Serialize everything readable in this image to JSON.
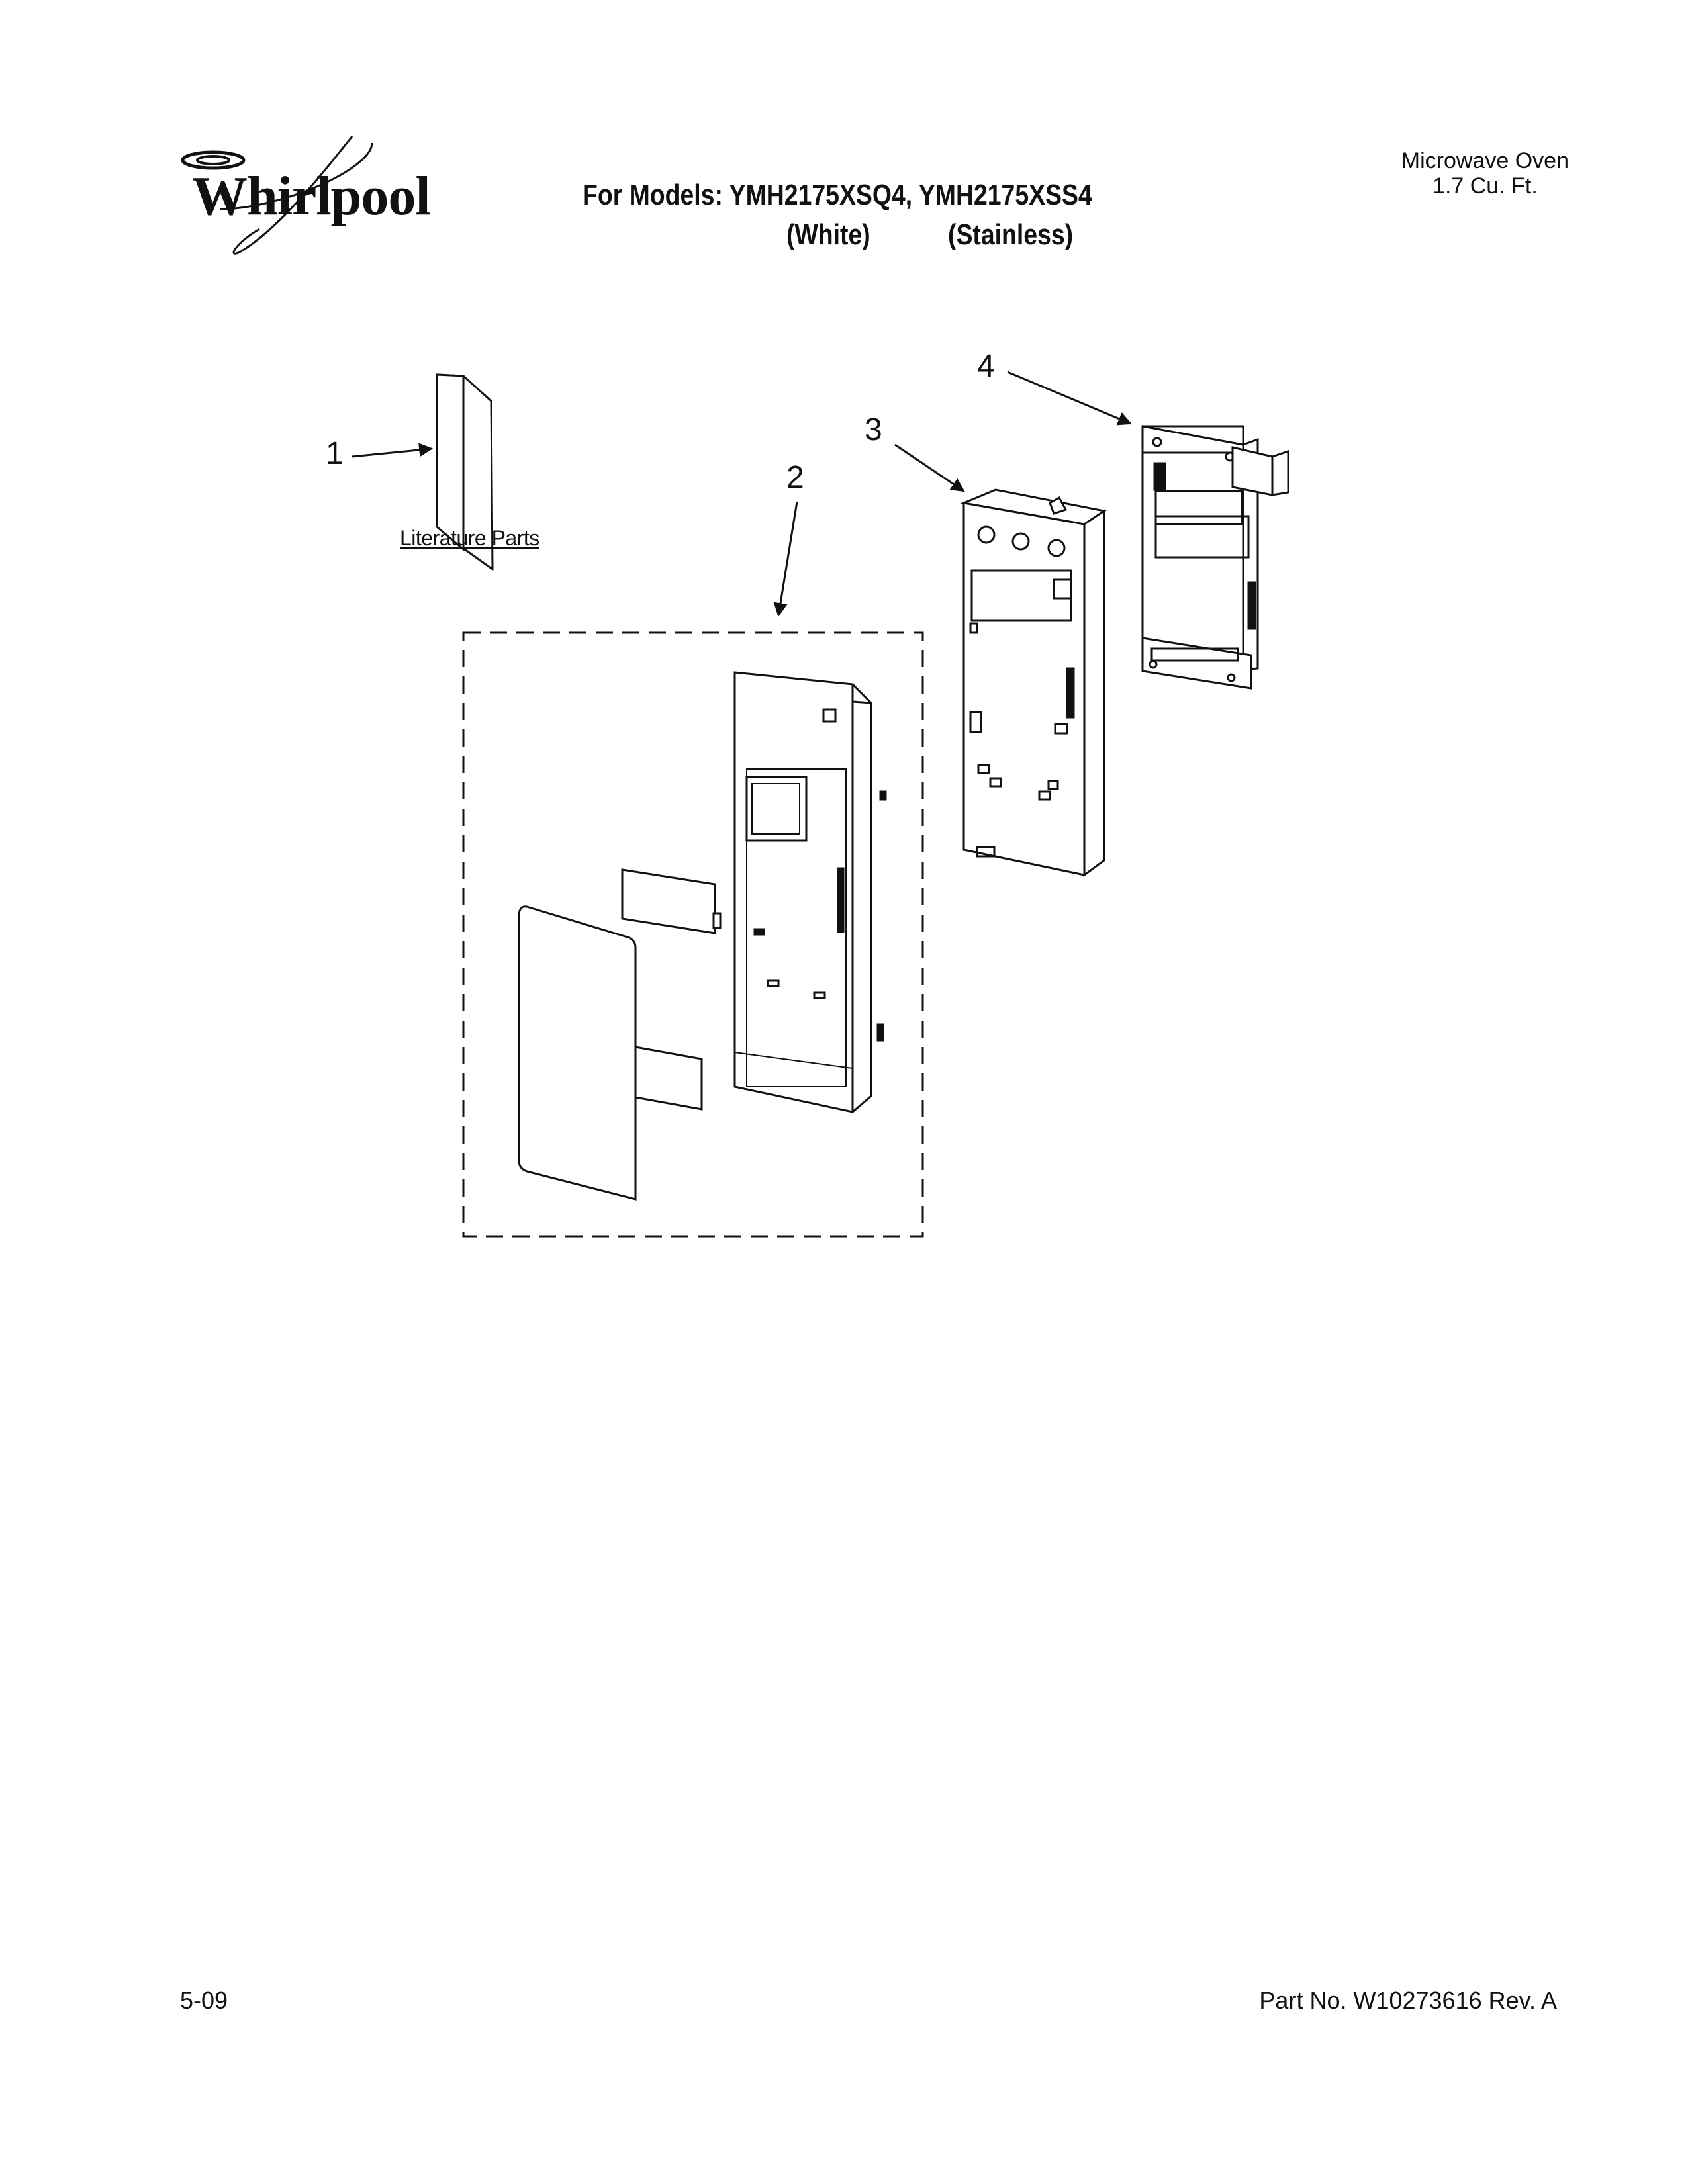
{
  "header": {
    "brand": "Whirlpool",
    "title": "For Models: YMH2175XSQ4, YMH2175XSS4",
    "variant_white": "(White)",
    "variant_stainless": "(Stainless)",
    "product_line1": "Microwave Oven",
    "product_line2": "1.7 Cu. Ft."
  },
  "diagram": {
    "callouts": [
      "1",
      "2",
      "3",
      "4"
    ],
    "literature_label": "Literature Parts"
  },
  "footer": {
    "date": "5-09",
    "part_number": "Part No. W10273616 Rev. A"
  }
}
